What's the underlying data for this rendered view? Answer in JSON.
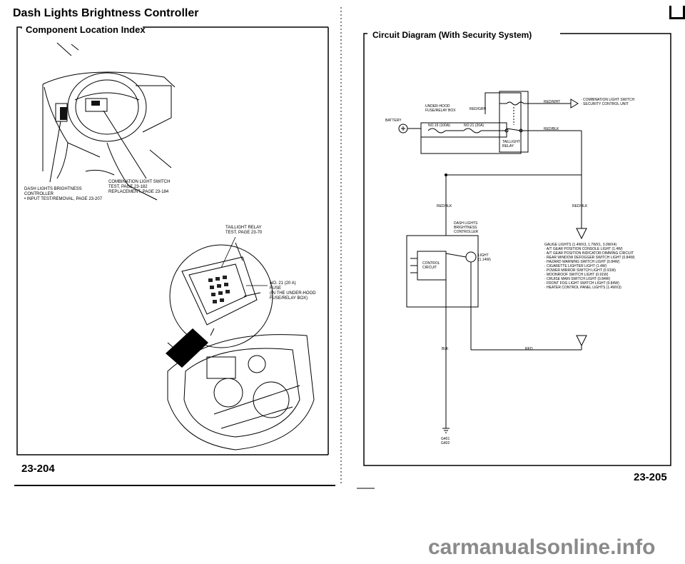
{
  "left_page": {
    "title": "Dash Lights Brightness Controller",
    "subtitle": "Component Location Index",
    "callout_dash_1": "DASH LIGHTS BRIGHTNESS",
    "callout_dash_2": "CONTROLLER",
    "callout_dash_3": "• Input Test/Removal, page 23-207",
    "callout_combo_1": "COMBINATION LIGHT SWITCH",
    "callout_combo_2": "Test, page 23-182",
    "callout_combo_3": "Replacement, page 23-184",
    "callout_relay_1": "TAILLIGHT RELAY",
    "callout_relay_2": "Test, page 23-70",
    "callout_fuse_1": "No. 21 (20 A)",
    "callout_fuse_2": "FUSE",
    "callout_fuse_3": "(In the under-hood",
    "callout_fuse_4": "fuse/relay box)",
    "page_number": "23-204"
  },
  "right_page": {
    "title": "Circuit Diagram (With Security System)",
    "battery": "BATTERY",
    "underhood_1": "UNDER-HOOD",
    "underhood_2": "FUSE/RELAY BOX",
    "fuse_100": "No.15 (100A)",
    "fuse_20": "No.21 (20A)",
    "wire_red_grn": "RED/GRN",
    "wire_red_wht": "RED/WHT",
    "combo_ref_1": "· COMBINATION LIGHT SWITCH",
    "combo_ref_2": "· SECURITY CONTROL UNIT",
    "wire_red_blk_top": "RED/BLK",
    "taillight_1": "TAILLIGHT",
    "taillight_2": "RELAY",
    "wire_red_blk_left": "RED/BLK",
    "wire_red_blk_right": "RED/BLK",
    "dash_ctrl_1": "DASH LIGHTS",
    "dash_ctrl_2": "BRIGHTNESS",
    "dash_ctrl_3": "CONTROLLER",
    "light_1": "LIGHT",
    "light_2": "(1.14W)",
    "control_1": "CONTROL",
    "control_2": "CIRCUIT",
    "wire_blk": "BLK",
    "wire_red": "RED",
    "ground_1": "G401",
    "ground_2": "G402",
    "lights_list": [
      "GAUGE LIGHTS (1.4Wx3, 1.7Wx1, 3.0Wx4)",
      "· A/T GEAR POSITION CONSOLE LIGHT (1.4W)",
      "· A/T GEAR POSITION INDICATOR DIMMING CIRCUIT",
      "· REAR WINDOW DEFOGGER SWITCH LIGHT (0.84W)",
      "· HAZARD WARNING SWITCH LIGHT (0.84W)",
      "· CIGARETTE LIGHTER LIGHT (1.4W)",
      "· POWER MIRROR SWITCH LIGHT (0.91W)",
      "· MOONROOF SWITCH LIGHT (0.91W)",
      "· CRUISE MAIN SWITCH LIGHT (0.84W)",
      "· FRONT FOG LIGHT SWITCH LIGHT (0.84W)",
      "· HEATER CONTROL PANEL LIGHTS (1.4Wx3)"
    ],
    "page_number": "23-205"
  },
  "watermark": "carmanualsonline.info"
}
